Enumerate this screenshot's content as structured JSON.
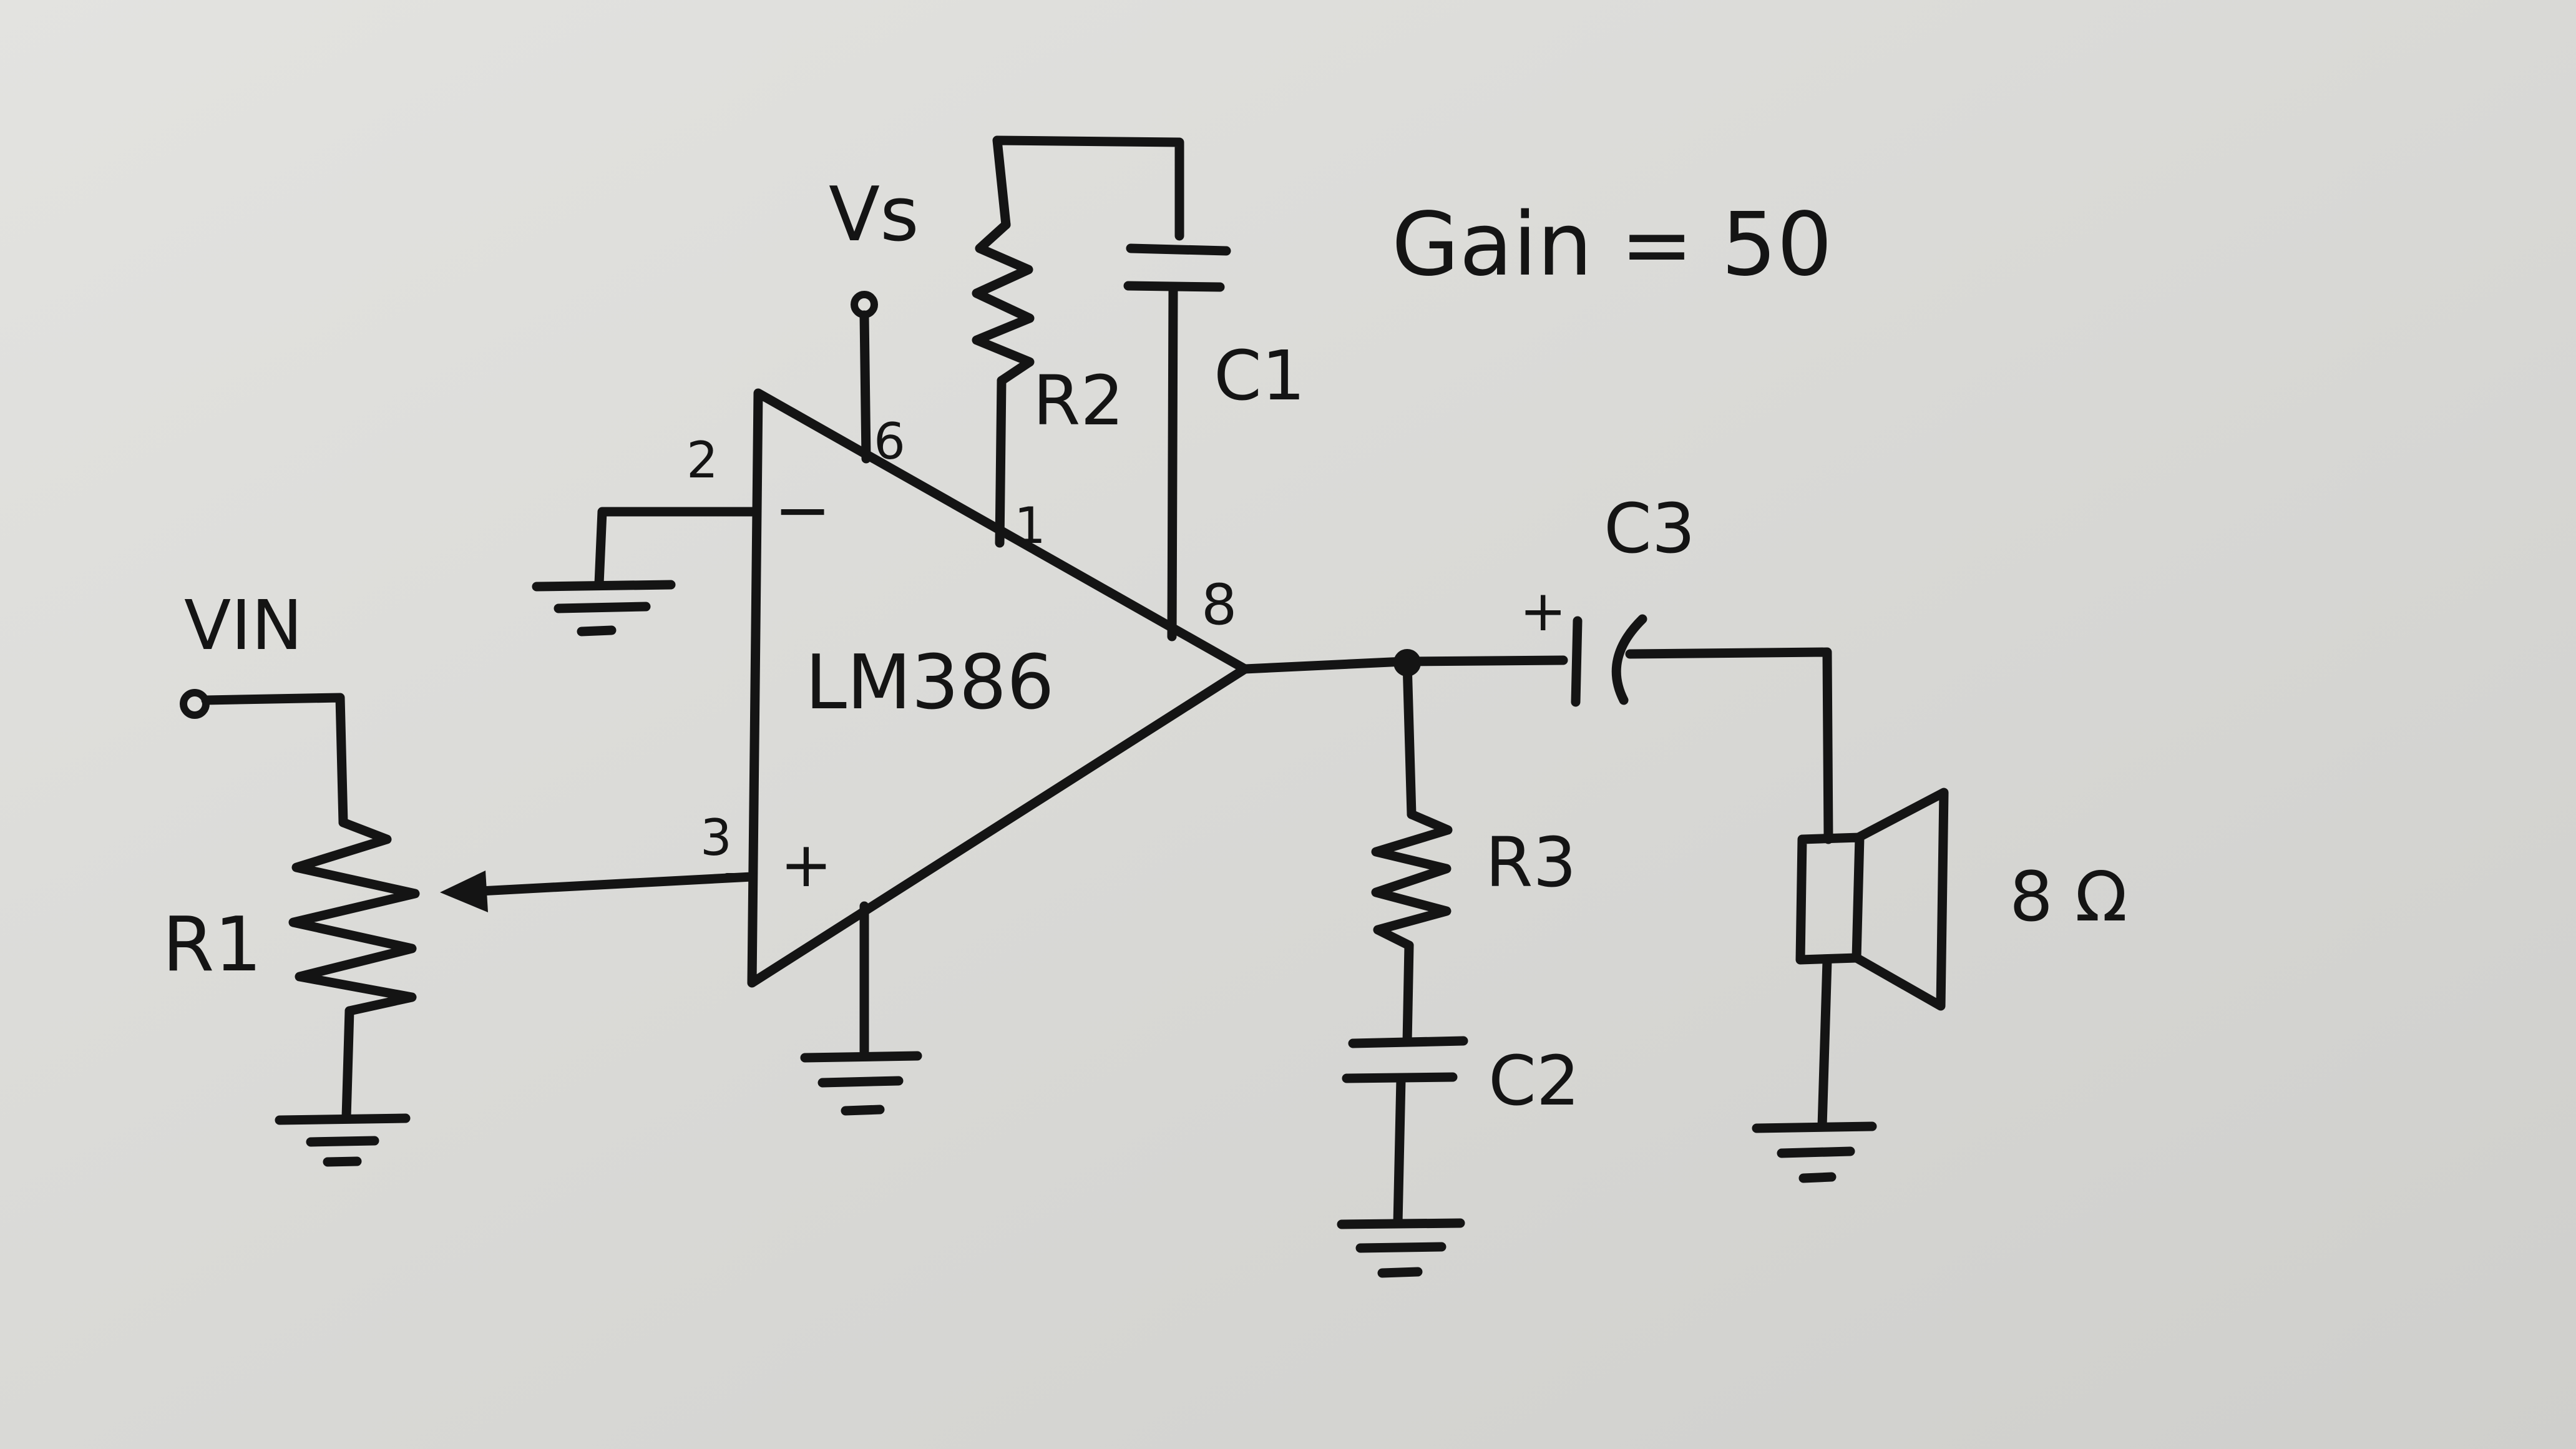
{
  "diagram": {
    "gain_label": "Gain = 50",
    "supply_label": "Vs",
    "input_label": "VIN",
    "chip_label": "LM386",
    "pins": {
      "p2": "2",
      "p6": "6",
      "p1": "1",
      "p8": "8",
      "p3": "3"
    },
    "input_signs": {
      "inverting": "−",
      "noninverting": "+"
    },
    "components": {
      "r1": "R1",
      "r2": "R2",
      "r3": "R3",
      "c1": "C1",
      "c2": "C2",
      "c3": "C3",
      "c3_polarity": "+",
      "speaker": "8 Ω"
    }
  }
}
